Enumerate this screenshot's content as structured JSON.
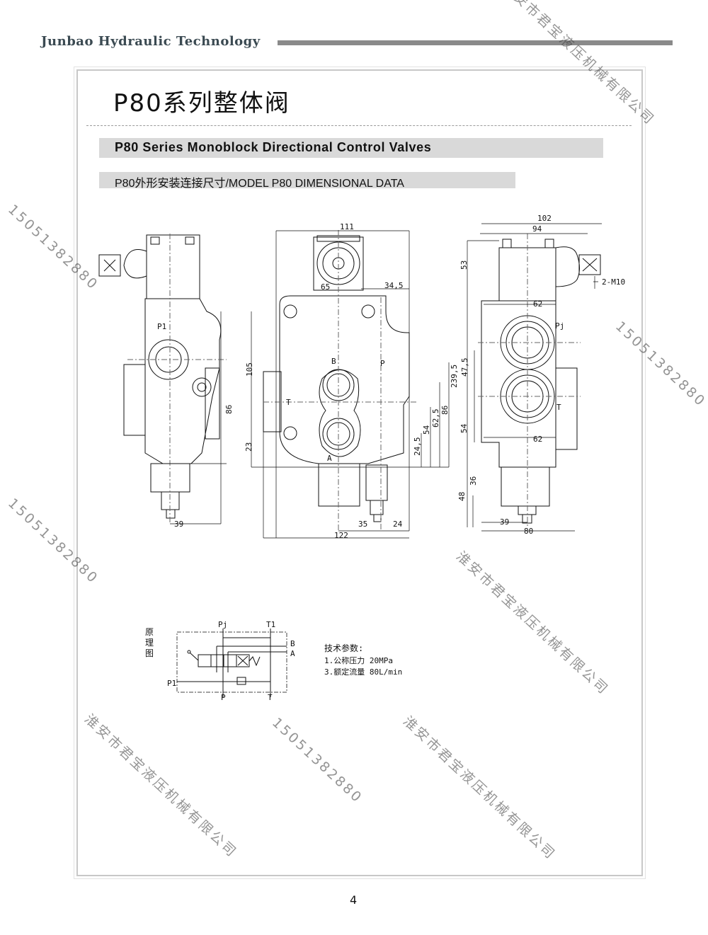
{
  "header": {
    "brand": "Junbao Hydraulic Technology"
  },
  "title": "P80系列整体阀",
  "subtitle_en": "P80 Series Monoblock Directional Control Valves",
  "section": "P80外形安装连接尺寸/MODEL P80 DIMENSIONAL DATA",
  "left_view": {
    "port_p1": "P1",
    "dim_86": "86",
    "dim_23": "23",
    "dim_39": "39"
  },
  "front_view": {
    "dim_111": "111",
    "dim_65": "65",
    "dim_34_5": "34,5",
    "dim_105": "105",
    "port_b": "B",
    "port_p": "P",
    "port_t": "T",
    "port_a": "A",
    "dim_86": "86",
    "dim_62_5": "62,5",
    "dim_54": "54",
    "dim_24_5": "24,5",
    "dim_35": "35",
    "dim_24": "24",
    "dim_122": "122"
  },
  "right_view": {
    "dim_102": "102",
    "dim_94": "94",
    "dim_53": "53",
    "thread": "2-M10",
    "dim_62_top": "62",
    "port_pj": "Pj",
    "dim_239_5": "239,5",
    "dim_47_5": "47,5",
    "port_t": "T",
    "dim_54": "54",
    "dim_62_bottom": "62",
    "dim_48": "48",
    "dim_36": "36",
    "dim_39": "39",
    "dim_80": "80"
  },
  "schematic": {
    "label": "原理图",
    "pj": "Pj",
    "t1": "T1",
    "b": "B",
    "a": "A",
    "p1": "P1",
    "p": "P",
    "t": "T"
  },
  "tech": {
    "heading": "技术参数:",
    "pressure": "1.公称压力  20MPa",
    "flow": "3.额定流量  80L/min"
  },
  "watermark": {
    "company": "淮安市君宝液压机械有限公司",
    "phone": "15051382880"
  },
  "page_number": "4"
}
